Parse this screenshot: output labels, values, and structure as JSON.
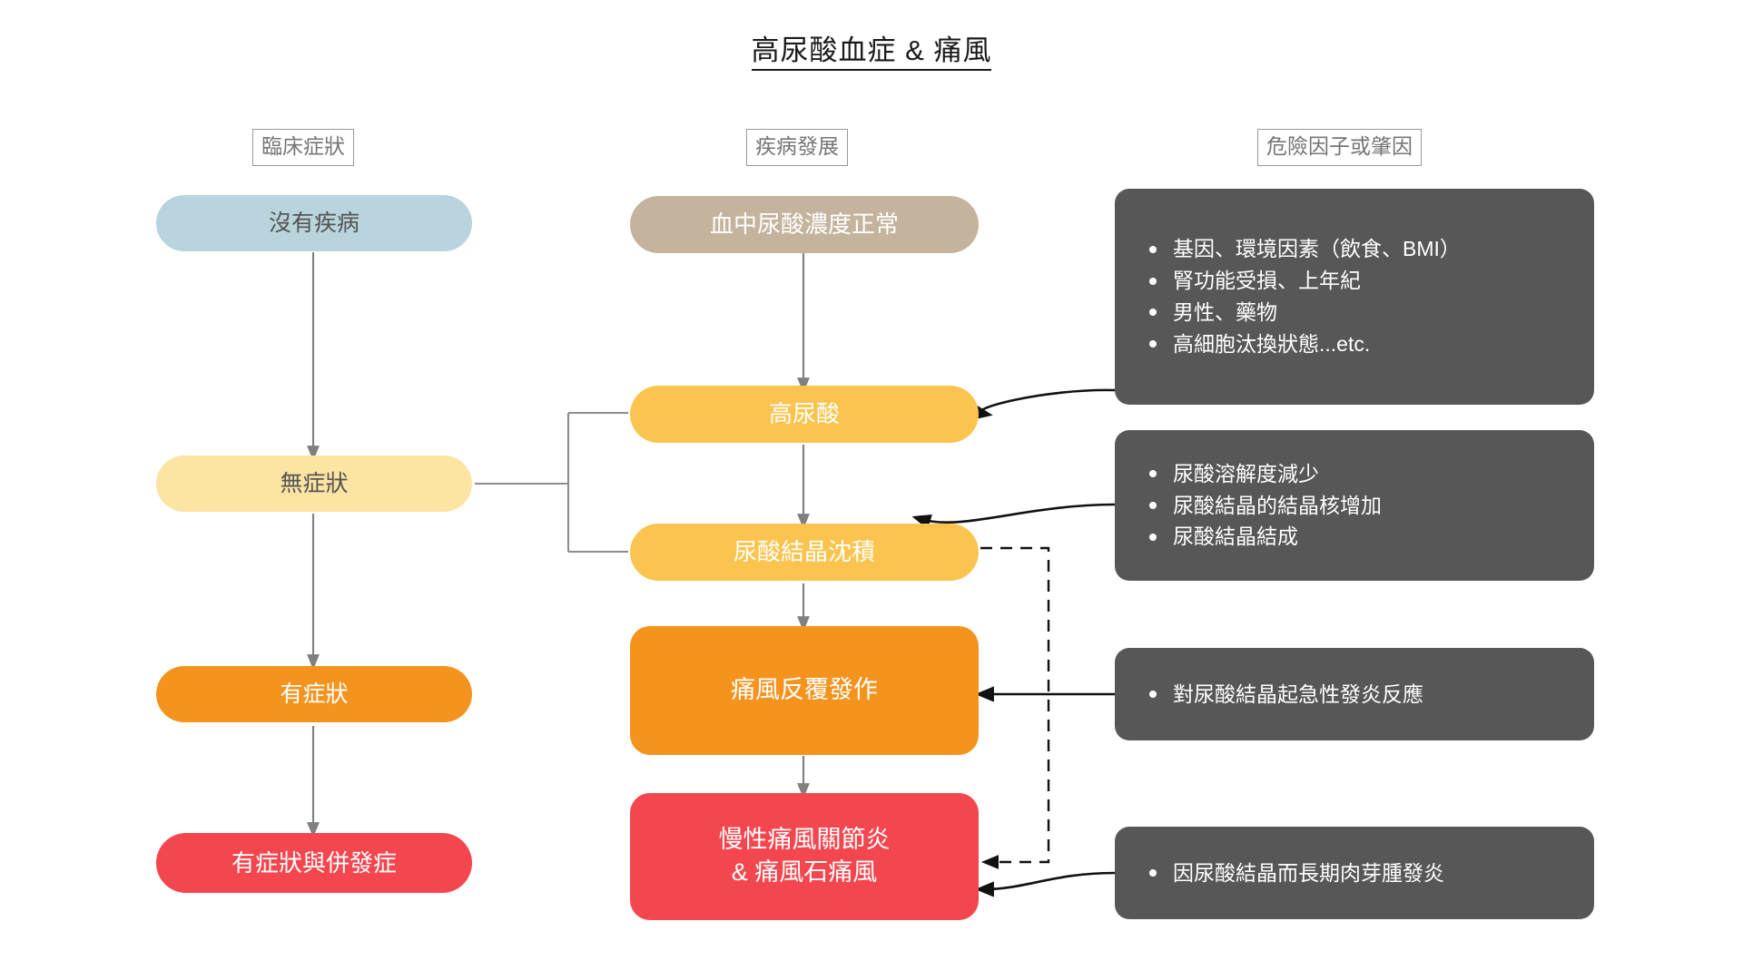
{
  "title": "高尿酸血症 & 痛風",
  "columns": [
    {
      "id": "clinical",
      "label": "臨床症狀"
    },
    {
      "id": "progression",
      "label": "疾病發展"
    },
    {
      "id": "risk",
      "label": "危險因子或肇因"
    }
  ],
  "clinical_nodes": [
    {
      "id": "no-disease",
      "label": "沒有疾病",
      "fill": "#b9d4dc",
      "text": "#555555"
    },
    {
      "id": "asymptomatic",
      "label": "無症狀",
      "fill": "#fce5a3",
      "text": "#555555"
    },
    {
      "id": "symptomatic",
      "label": "有症狀",
      "fill": "#f4941f",
      "text": "#ffffff"
    },
    {
      "id": "with-complications",
      "label": "有症狀與併發症",
      "fill": "#f4464e",
      "text": "#ffffff"
    }
  ],
  "progression_nodes": [
    {
      "id": "normal-uric-acid",
      "label": "血中尿酸濃度正常",
      "fill": "#c5b49d",
      "text": "#ffffff"
    },
    {
      "id": "hyperuricemia",
      "label": "高尿酸",
      "fill": "#fbc44e",
      "text": "#ffffff"
    },
    {
      "id": "urate-deposition",
      "label": "尿酸結晶沈積",
      "fill": "#fbc44e",
      "text": "#ffffff"
    },
    {
      "id": "recurrent-gout",
      "label": "痛風反覆發作",
      "fill": "#f4941f",
      "text": "#ffffff"
    },
    {
      "id": "chronic-gout-line1",
      "label": "慢性痛風關節炎",
      "fill": "#f4464e",
      "text": "#ffffff"
    },
    {
      "id": "chronic-gout-line2",
      "label": "& 痛風石痛風",
      "fill": "#f4464e",
      "text": "#ffffff"
    }
  ],
  "risk_panels": [
    {
      "id": "panel-risk-factors",
      "items": [
        "基因、環境因素（飲食、BMI）",
        "腎功能受損、上年紀",
        "男性、藥物",
        "高細胞汰換狀態...etc."
      ]
    },
    {
      "id": "panel-crystal-formation",
      "items": [
        "尿酸溶解度減少",
        "尿酸結晶的結晶核增加",
        "尿酸結晶結成"
      ]
    },
    {
      "id": "panel-acute-inflammation",
      "items": [
        "對尿酸結晶起急性發炎反應"
      ]
    },
    {
      "id": "panel-granuloma",
      "items": [
        "因尿酸結晶而長期肉芽腫發炎"
      ]
    }
  ],
  "colors": {
    "background": "#ffffff",
    "panel_grey": "#575757",
    "arrow_grey": "#808080",
    "arrow_black": "#111111",
    "header_border": "#9a9a9a",
    "header_text": "#767676",
    "title_text": "#1a1a1a"
  }
}
